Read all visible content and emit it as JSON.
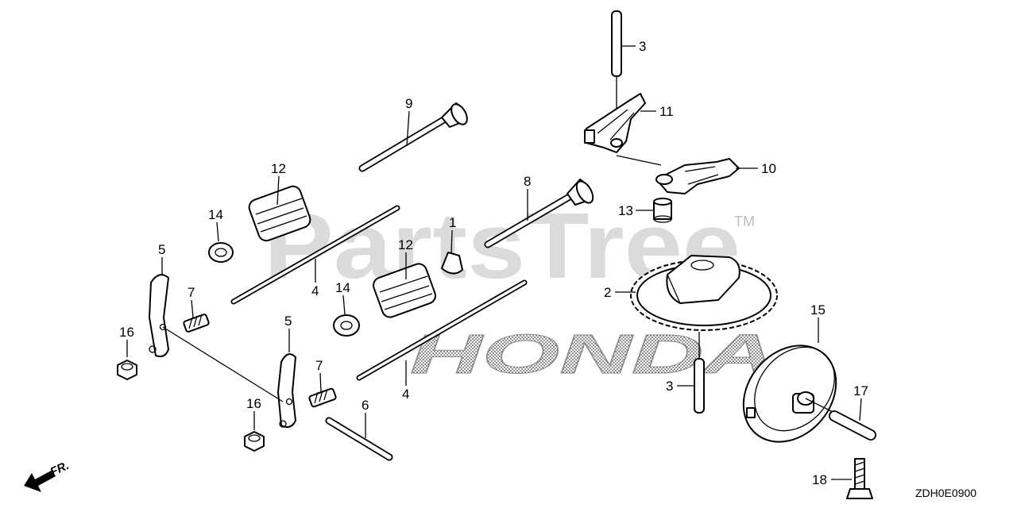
{
  "watermark": {
    "brand": "PartsTree",
    "trademark": "TM",
    "logo_text": "HONDA"
  },
  "diagram_code": "ZDH0E0900",
  "front_indicator": "FR.",
  "callouts": [
    {
      "id": "c-3-top",
      "label": "3"
    },
    {
      "id": "c-11",
      "label": "11"
    },
    {
      "id": "c-10",
      "label": "10"
    },
    {
      "id": "c-13",
      "label": "13"
    },
    {
      "id": "c-9",
      "label": "9"
    },
    {
      "id": "c-8",
      "label": "8"
    },
    {
      "id": "c-12-top",
      "label": "12"
    },
    {
      "id": "c-12-mid",
      "label": "12"
    },
    {
      "id": "c-14-top",
      "label": "14"
    },
    {
      "id": "c-14-mid",
      "label": "14"
    },
    {
      "id": "c-1",
      "label": "1"
    },
    {
      "id": "c-2",
      "label": "2"
    },
    {
      "id": "c-4-top",
      "label": "4"
    },
    {
      "id": "c-4-bot",
      "label": "4"
    },
    {
      "id": "c-5-left",
      "label": "5"
    },
    {
      "id": "c-5-mid",
      "label": "5"
    },
    {
      "id": "c-7-left",
      "label": "7"
    },
    {
      "id": "c-7-mid",
      "label": "7"
    },
    {
      "id": "c-16-left",
      "label": "16"
    },
    {
      "id": "c-16-mid",
      "label": "16"
    },
    {
      "id": "c-6",
      "label": "6"
    },
    {
      "id": "c-3-bot",
      "label": "3"
    },
    {
      "id": "c-15",
      "label": "15"
    },
    {
      "id": "c-17",
      "label": "17"
    },
    {
      "id": "c-18",
      "label": "18"
    }
  ]
}
